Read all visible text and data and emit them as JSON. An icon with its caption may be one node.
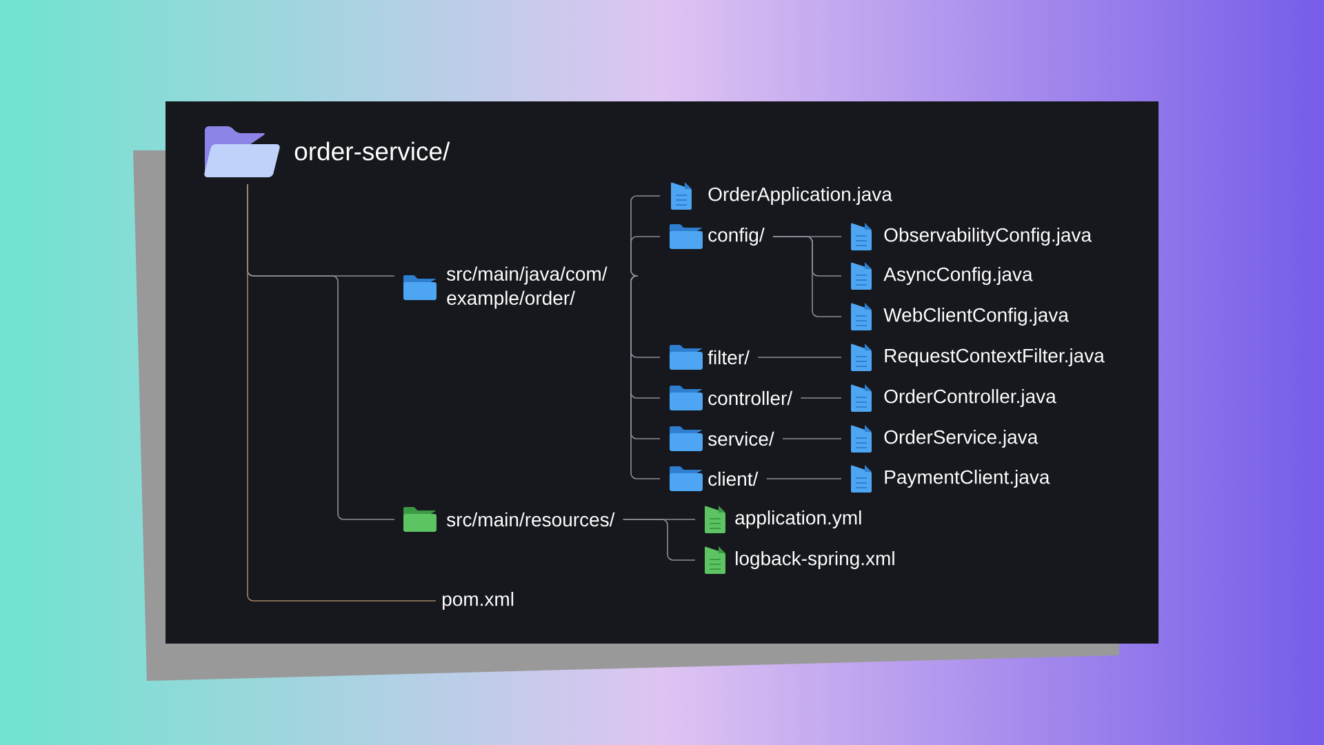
{
  "diagram": {
    "nodes": [
      {
        "text": [
          "order-service/"
        ]
      },
      {
        "text": [
          "src/main/java/com/ example/order/"
        ]
      },
      {
        "text": [
          "OrderApplication.java"
        ]
      },
      {
        "text": [
          "config/"
        ]
      },
      {
        "text": [
          "ObservabilityConfig.java"
        ]
      },
      {
        "text": [
          "AsyncConfig.java"
        ]
      },
      {
        "text": [
          "WebClientConfig.java"
        ]
      },
      {
        "text": [
          "filter/"
        ]
      },
      {
        "text": [
          "RequestContextFilter.java"
        ]
      },
      {
        "text": [
          "controller/"
        ]
      },
      {
        "text": [
          "OrderController.java"
        ]
      },
      {
        "text": [
          "service/"
        ]
      },
      {
        "text": [
          "OrderService.java"
        ]
      },
      {
        "text": [
          "client/"
        ]
      },
      {
        "text": [
          "PaymentClient.java"
        ]
      },
      {
        "text": [
          "src/main/resources/"
        ]
      },
      {
        "text": [
          "application.yml"
        ]
      },
      {
        "text": [
          "logback-spring.xml"
        ]
      },
      {
        "text": [
          "pom.xml"
        ]
      }
    ],
    "edges": [
      {
        "from": 0,
        "to": 1,
        "arrow": "none"
      },
      {
        "from": 0,
        "to": 15,
        "arrow": "none"
      },
      {
        "from": 0,
        "to": 18,
        "arrow": "none",
        "color": "#a58468"
      },
      {
        "from": 1,
        "to": 2,
        "arrow": "none"
      },
      {
        "from": 1,
        "to": 3,
        "arrow": "none"
      },
      {
        "from": 1,
        "to": 7,
        "arrow": "none"
      },
      {
        "from": 1,
        "to": 9,
        "arrow": "none"
      },
      {
        "from": 1,
        "to": 11,
        "arrow": "none"
      },
      {
        "from": 1,
        "to": 13,
        "arrow": "none"
      },
      {
        "from": 3,
        "to": 4,
        "arrow": "none"
      },
      {
        "from": 3,
        "to": 5,
        "arrow": "none"
      },
      {
        "from": 3,
        "to": 6,
        "arrow": "none"
      },
      {
        "from": 7,
        "to": 8,
        "arrow": "none"
      },
      {
        "from": 9,
        "to": 10,
        "arrow": "none"
      },
      {
        "from": 11,
        "to": 12,
        "arrow": "none"
      },
      {
        "from": 13,
        "to": 14,
        "arrow": "none"
      },
      {
        "from": 15,
        "to": 16,
        "arrow": "none"
      },
      {
        "from": 15,
        "to": 17,
        "arrow": "none"
      }
    ]
  }
}
